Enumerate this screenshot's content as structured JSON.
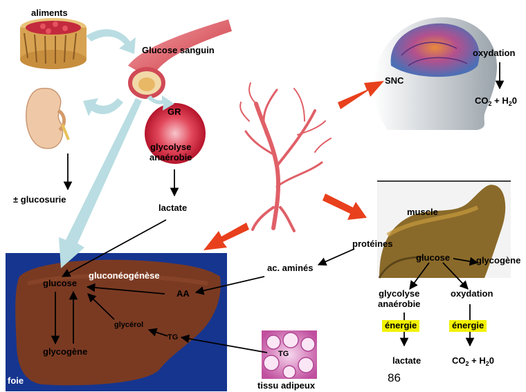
{
  "labels": {
    "aliments": "aliments",
    "glucose_sanguin": "Glucose sanguin",
    "gr": "GR",
    "glycolyse_anaerobie_gr": "glycolyse\nanaérobie",
    "lactate_gr": "lactate",
    "glucosurie": "± glucosurie",
    "snc": "SNC",
    "oxydation_snc": "oxydation",
    "co2_h2o_snc_prefix": "CO",
    "co2_h2o_snc_mid": " + H",
    "co2_h2o_snc_suffix": "0",
    "muscle": "muscle",
    "proteines": "protéines",
    "glucose_muscle": "glucose",
    "glycogene_muscle": "glycogène",
    "glycolyse_anaerobie_muscle": "glycolyse\nanaérobie",
    "oxydation_muscle": "oxydation",
    "energie_1": "énergie",
    "energie_2": "énergie",
    "lactate_muscle": "lactate",
    "co2_h2o_muscle_prefix": "CO",
    "co2_h2o_muscle_mid": " + H",
    "co2_h2o_muscle_suffix": "0",
    "ac_amines": "ac. aminés",
    "foie": "foie",
    "glucose_foie": "glucose",
    "gluconeogenese": "gluconéogénèse",
    "aa": "AA",
    "glycerol": "glycérol",
    "tg_foie": "TG",
    "glycogene_foie": "glycogène",
    "tg_adipeux": "TG",
    "tissu_adipeux": "tissu adipeux",
    "sub2": "2",
    "page_number": "86"
  },
  "colors": {
    "liver_bg": "#16358f",
    "liver": "#7a3a22",
    "red_arrow": "#e8401c",
    "light_blue_arrow": "#b9dde2",
    "energie_highlight": "#f2f200",
    "rbc": "#d9233a",
    "vessel": "#e0606a"
  }
}
